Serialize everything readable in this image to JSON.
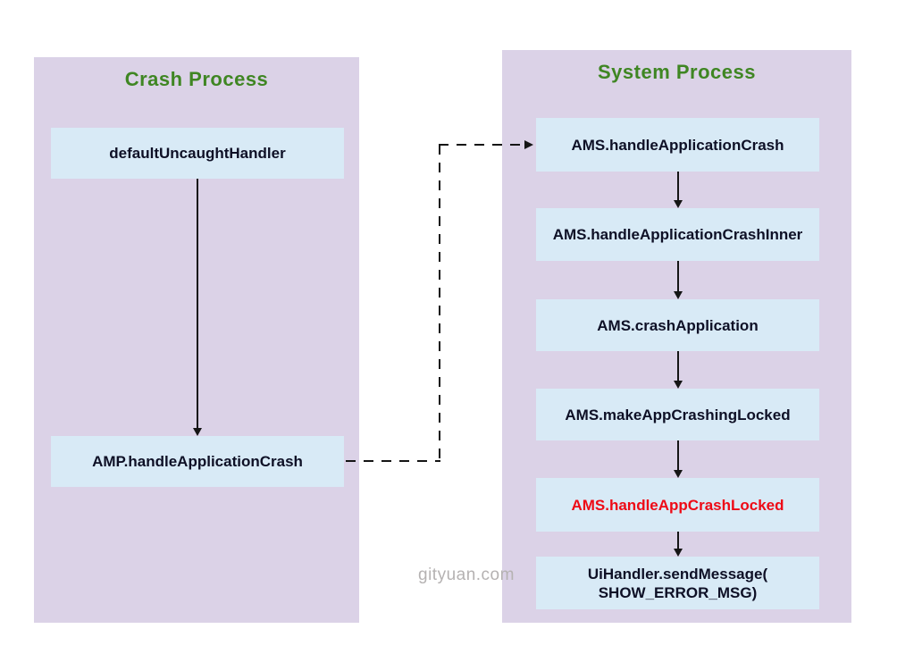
{
  "watermark": "gityuan.com",
  "colors": {
    "panel_bg": "#dbd2e7",
    "box_bg": "#d8eaf6",
    "title_green": "#3f8623",
    "text_dark": "#0e1026",
    "highlight_red": "#ee0a16",
    "watermark_gray": "#b5b2b2",
    "arrow_black": "#151515"
  },
  "crash_process": {
    "title": "Crash Process",
    "boxes": [
      {
        "label": "defaultUncaughtHandler"
      },
      {
        "label": "AMP.handleApplicationCrash"
      }
    ]
  },
  "system_process": {
    "title": "System Process",
    "boxes": [
      {
        "label": "AMS.handleApplicationCrash"
      },
      {
        "label": "AMS.handleApplicationCrashInner"
      },
      {
        "label": "AMS.crashApplication"
      },
      {
        "label": "AMS.makeAppCrashingLocked"
      },
      {
        "label": "AMS.handleAppCrashLocked",
        "emphasis": "red"
      },
      {
        "label_line1": "UiHandler.sendMessage(",
        "label_line2": "SHOW_ERROR_MSG)"
      }
    ]
  }
}
